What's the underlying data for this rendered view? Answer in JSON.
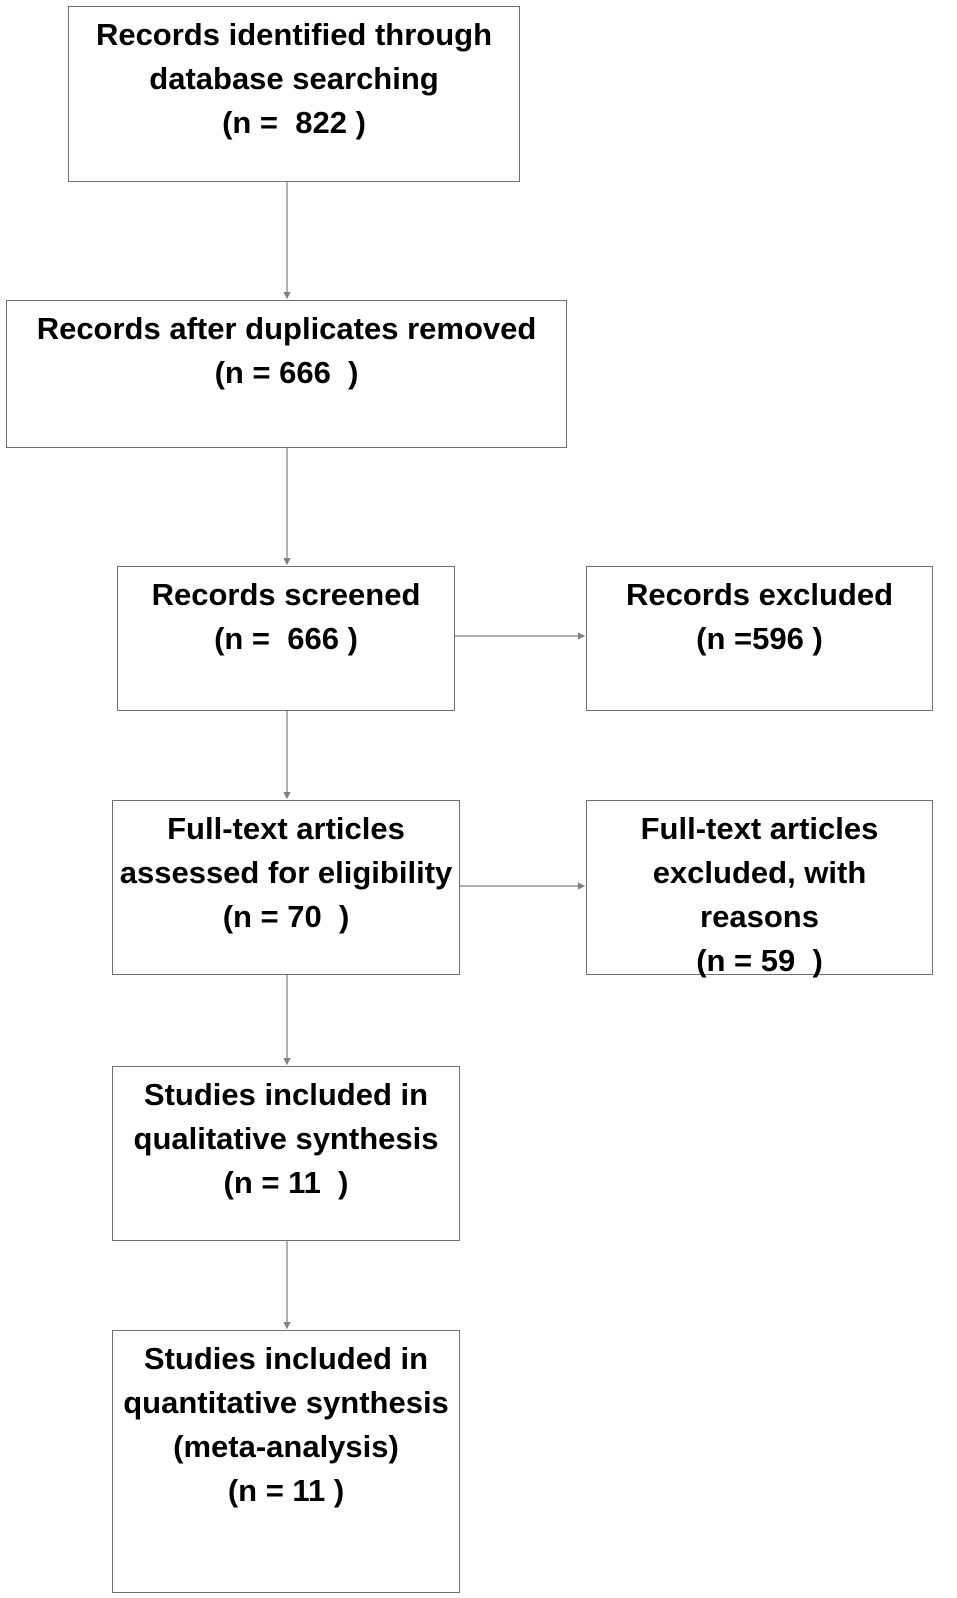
{
  "diagram": {
    "boxes": {
      "identified": {
        "lines": [
          "Records identified through",
          "database searching",
          "(n =  822 )"
        ]
      },
      "duplicates_removed": {
        "lines": [
          "Records after duplicates removed",
          "(n = 666  )"
        ]
      },
      "screened": {
        "lines": [
          "Records screened",
          "(n =  666 )"
        ]
      },
      "excluded": {
        "lines": [
          "Records excluded",
          "(n =596 )"
        ]
      },
      "fulltext_assessed": {
        "lines": [
          "Full-text articles",
          "assessed for eligibility",
          "(n = 70  )"
        ]
      },
      "fulltext_excluded": {
        "lines": [
          "Full-text articles",
          "excluded, with",
          "reasons",
          "(n = 59  )"
        ]
      },
      "qualitative": {
        "lines": [
          "Studies included in",
          "qualitative synthesis",
          "(n = 11  )"
        ]
      },
      "quantitative": {
        "lines": [
          "Studies included in",
          "quantitative synthesis",
          "(meta-analysis)",
          "(n = 11 )"
        ]
      }
    },
    "colors": {
      "border": "#6f6f6f",
      "arrow": "#808080",
      "text": "#000000"
    }
  }
}
